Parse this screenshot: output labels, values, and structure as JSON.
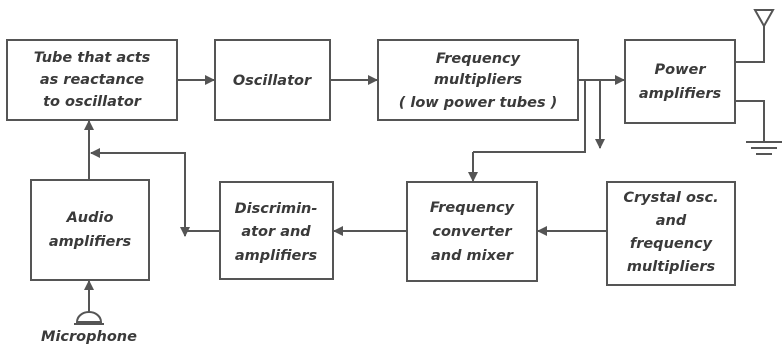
{
  "blocks": {
    "reactance_tube": [
      "Tube that acts",
      "as reactance",
      "to oscillator"
    ],
    "oscillator": [
      "Oscillator"
    ],
    "freq_multipliers": [
      "Frequency",
      "multipliers",
      "( low power tubes )"
    ],
    "power_amplifiers": [
      "Power",
      "amplifiers"
    ],
    "audio_amplifiers": [
      "Audio",
      "amplifiers"
    ],
    "discriminator": [
      "Discrimin-",
      "ator and",
      "amplifiers"
    ],
    "freq_converter": [
      "Frequency",
      "converter",
      "and mixer"
    ],
    "crystal_osc": [
      "Crystal osc.",
      "and",
      "frequency",
      "multipliers"
    ]
  },
  "labels": {
    "microphone": "Microphone"
  },
  "colors": {
    "line": "#555555",
    "text": "#3a3a3a",
    "background": "#ffffff"
  }
}
